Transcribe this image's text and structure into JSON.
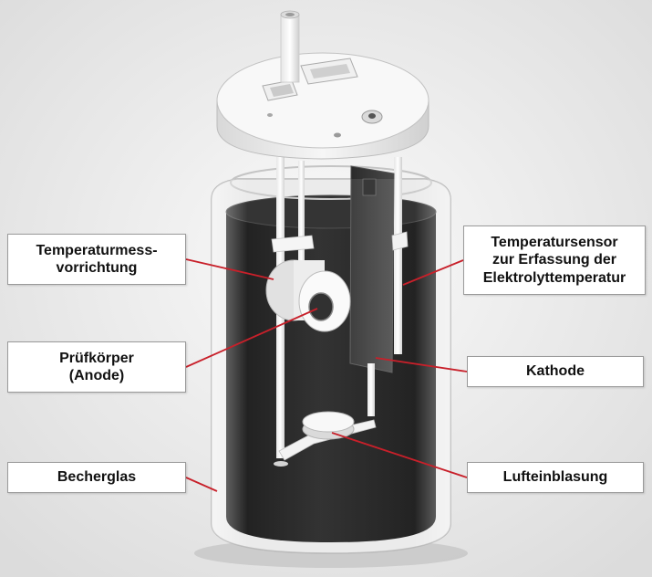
{
  "labels": {
    "temperature_device": {
      "line1": "Temperaturmess-",
      "line2": "vorrichtung"
    },
    "specimen": {
      "line1": "Prüfkörper",
      "line2": "(Anode)"
    },
    "beaker": {
      "line1": "Becherglas"
    },
    "temperature_sensor": {
      "line1": "Temperatursensor",
      "line2": "zur Erfassung der",
      "line3": "Elektrolyttemperatur"
    },
    "cathode": {
      "line1": "Kathode"
    },
    "air_injection": {
      "line1": "Lufteinblasung"
    }
  },
  "colors": {
    "leader_line": "#c8202a",
    "electrolyte": "#121212",
    "plastic": "#f3f3f3",
    "glass_edge": "#bcbcbc",
    "cathode_plate": "#3a3a3a"
  }
}
